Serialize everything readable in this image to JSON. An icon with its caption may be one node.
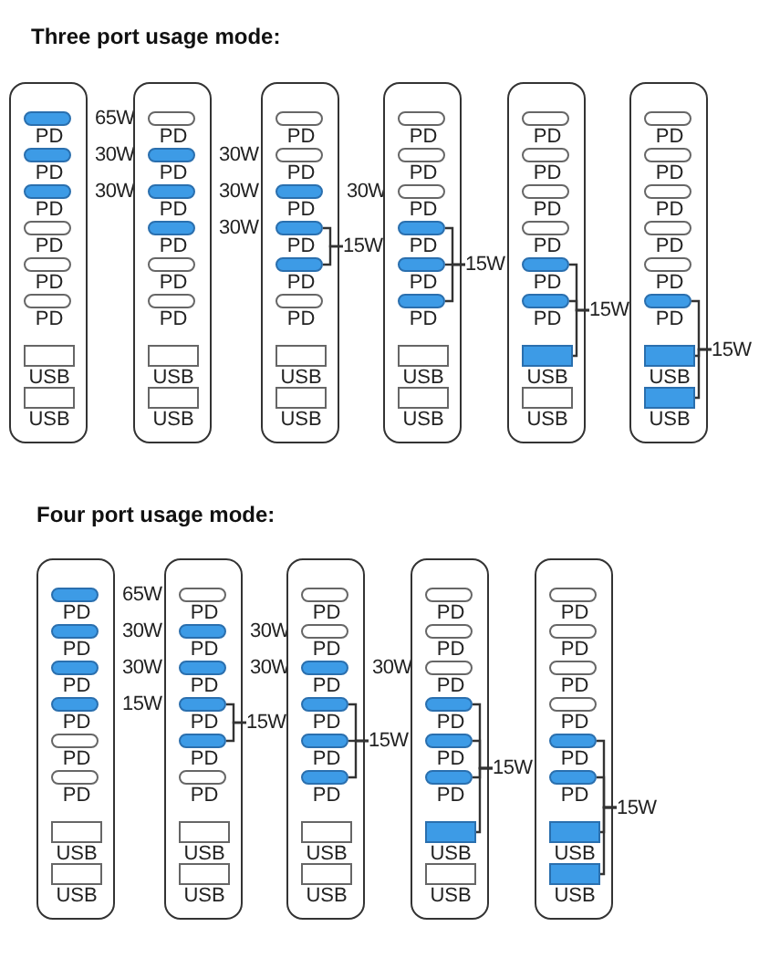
{
  "diagram": {
    "nodes": [
      {
        "text": [],
        "shape": "box"
      },
      {
        "text": [
          "PD"
        ],
        "in": 0,
        "beside": [
          "65W"
        ]
      },
      {
        "text": [
          "PD"
        ],
        "in": 0,
        "beside": [
          "30W"
        ]
      },
      {
        "text": [
          "PD"
        ],
        "in": 0,
        "beside": [
          "30W"
        ]
      },
      {
        "text": [
          "PD"
        ],
        "in": 0
      },
      {
        "text": [
          "PD"
        ],
        "in": 0
      },
      {
        "text": [
          "PD"
        ],
        "in": 0
      },
      {
        "text": [
          "USB"
        ],
        "in": 0
      },
      {
        "text": [
          "USB"
        ],
        "in": 0
      },
      {
        "text": [],
        "shape": "box"
      },
      {
        "text": [
          "PD"
        ],
        "in": 9
      },
      {
        "text": [
          "PD"
        ],
        "in": 9,
        "beside": [
          "30W"
        ]
      },
      {
        "text": [
          "PD"
        ],
        "in": 9,
        "beside": [
          "30W"
        ]
      },
      {
        "text": [
          "PD"
        ],
        "in": 9,
        "beside": [
          "30W"
        ]
      },
      {
        "text": [
          "PD"
        ],
        "in": 9
      },
      {
        "text": [
          "PD"
        ],
        "in": 9
      },
      {
        "text": [
          "USB"
        ],
        "in": 9
      },
      {
        "text": [
          "USB"
        ],
        "in": 9
      },
      {
        "text": [],
        "shape": "box"
      },
      {
        "text": [
          "PD"
        ],
        "in": 18
      },
      {
        "text": [
          "PD"
        ],
        "in": 18
      },
      {
        "text": [
          "PD"
        ],
        "in": 18,
        "beside": [
          "30W"
        ]
      },
      {
        "text": [
          "PD"
        ],
        "in": 18
      },
      {
        "text": [
          "PD"
        ],
        "in": 18
      },
      {
        "text": [
          "PD"
        ],
        "in": 18
      },
      {
        "text": [
          "USB"
        ],
        "in": 18
      },
      {
        "text": [
          "USB"
        ],
        "in": 18
      },
      {
        "text": [
          "15W"
        ]
      },
      {
        "text": [],
        "shape": "box"
      },
      {
        "text": [
          "PD"
        ],
        "in": 28
      },
      {
        "text": [
          "PD"
        ],
        "in": 28
      },
      {
        "text": [
          "PD"
        ],
        "in": 28
      },
      {
        "text": [
          "PD"
        ],
        "in": 28
      },
      {
        "text": [
          "PD"
        ],
        "in": 28
      },
      {
        "text": [
          "PD"
        ],
        "in": 28
      },
      {
        "text": [
          "USB"
        ],
        "in": 28
      },
      {
        "text": [
          "USB"
        ],
        "in": 28
      },
      {
        "text": [
          "15W"
        ]
      },
      {
        "text": [],
        "shape": "box"
      },
      {
        "text": [
          "PD"
        ],
        "in": 38
      },
      {
        "text": [
          "PD"
        ],
        "in": 38
      },
      {
        "text": [
          "PD"
        ],
        "in": 38
      },
      {
        "text": [
          "PD"
        ],
        "in": 38
      },
      {
        "text": [
          "PD"
        ],
        "in": 38
      },
      {
        "text": [
          "PD"
        ],
        "in": 38
      },
      {
        "text": [
          "USB"
        ],
        "in": 38
      },
      {
        "text": [
          "USB"
        ],
        "in": 38
      },
      {
        "text": [
          "15W"
        ]
      },
      {
        "text": [],
        "shape": "box"
      },
      {
        "text": [
          "PD"
        ],
        "in": 48
      },
      {
        "text": [
          "PD"
        ],
        "in": 48
      },
      {
        "text": [
          "PD"
        ],
        "in": 48
      },
      {
        "text": [
          "PD"
        ],
        "in": 48
      },
      {
        "text": [
          "PD"
        ],
        "in": 48
      },
      {
        "text": [
          "PD"
        ],
        "in": 48
      },
      {
        "text": [
          "USB"
        ],
        "in": 48
      },
      {
        "text": [
          "USB"
        ],
        "in": 48
      },
      {
        "text": [
          "15W"
        ]
      },
      {
        "text": [],
        "shape": "box"
      },
      {
        "text": [
          "PD"
        ],
        "in": 58,
        "beside": [
          "65W"
        ]
      },
      {
        "text": [
          "PD"
        ],
        "in": 58,
        "beside": [
          "30W"
        ]
      },
      {
        "text": [
          "PD"
        ],
        "in": 58,
        "beside": [
          "30W"
        ]
      },
      {
        "text": [
          "PD"
        ],
        "in": 58,
        "beside": [
          "15W"
        ]
      },
      {
        "text": [
          "PD"
        ],
        "in": 58
      },
      {
        "text": [
          "PD"
        ],
        "in": 58
      },
      {
        "text": [
          "USB"
        ],
        "in": 58
      },
      {
        "text": [
          "USB"
        ],
        "in": 58
      },
      {
        "text": [],
        "shape": "box"
      },
      {
        "text": [
          "PD"
        ],
        "in": 67
      },
      {
        "text": [
          "PD"
        ],
        "in": 67,
        "beside": [
          "30W"
        ]
      },
      {
        "text": [
          "PD"
        ],
        "in": 67,
        "beside": [
          "30W"
        ]
      },
      {
        "text": [
          "PD"
        ],
        "in": 67
      },
      {
        "text": [
          "PD"
        ],
        "in": 67
      },
      {
        "text": [
          "PD"
        ],
        "in": 67
      },
      {
        "text": [
          "USB"
        ],
        "in": 67
      },
      {
        "text": [
          "USB"
        ],
        "in": 67
      },
      {
        "text": [
          "15W"
        ]
      },
      {
        "text": [],
        "shape": "box"
      },
      {
        "text": [
          "PD"
        ],
        "in": 77
      },
      {
        "text": [
          "PD"
        ],
        "in": 77
      },
      {
        "text": [
          "PD"
        ],
        "in": 77,
        "beside": [
          "30W"
        ]
      },
      {
        "text": [
          "PD"
        ],
        "in": 77
      },
      {
        "text": [
          "PD"
        ],
        "in": 77
      },
      {
        "text": [
          "PD"
        ],
        "in": 77
      },
      {
        "text": [
          "USB"
        ],
        "in": 77
      },
      {
        "text": [
          "USB"
        ],
        "in": 77
      },
      {
        "text": [
          "15W"
        ]
      },
      {
        "text": [],
        "shape": "box"
      },
      {
        "text": [
          "PD"
        ],
        "in": 87
      },
      {
        "text": [
          "PD"
        ],
        "in": 87
      },
      {
        "text": [
          "PD"
        ],
        "in": 87
      },
      {
        "text": [
          "PD"
        ],
        "in": 87
      },
      {
        "text": [
          "PD"
        ],
        "in": 87
      },
      {
        "text": [
          "PD"
        ],
        "in": 87
      },
      {
        "text": [
          "USB"
        ],
        "in": 87
      },
      {
        "text": [
          "USB"
        ],
        "in": 87
      },
      {
        "text": [
          "15W"
        ]
      },
      {
        "text": [],
        "shape": "box"
      },
      {
        "text": [
          "PD"
        ],
        "in": 97
      },
      {
        "text": [
          "PD"
        ],
        "in": 97
      },
      {
        "text": [
          "PD"
        ],
        "in": 97
      },
      {
        "text": [
          "PD"
        ],
        "in": 97
      },
      {
        "text": [
          "PD"
        ],
        "in": 97
      },
      {
        "text": [
          "PD"
        ],
        "in": 97
      },
      {
        "text": [
          "USB"
        ],
        "in": 97
      },
      {
        "text": [
          "USB"
        ],
        "in": 97
      },
      {
        "text": [
          "15W"
        ]
      }
    ],
    "edges": [
      {
        "from": 22,
        "to": 27,
        "arrow": "none"
      },
      {
        "from": 23,
        "to": 27,
        "arrow": "none"
      },
      {
        "from": 32,
        "to": 37,
        "arrow": "none"
      },
      {
        "from": 33,
        "to": 37,
        "arrow": "none"
      },
      {
        "from": 34,
        "to": 37,
        "arrow": "none"
      },
      {
        "from": 43,
        "to": 47,
        "arrow": "none"
      },
      {
        "from": 44,
        "to": 47,
        "arrow": "none"
      },
      {
        "from": 45,
        "to": 47,
        "arrow": "none"
      },
      {
        "from": 54,
        "to": 57,
        "arrow": "none"
      },
      {
        "from": 55,
        "to": 57,
        "arrow": "none"
      },
      {
        "from": 56,
        "to": 57,
        "arrow": "none"
      },
      {
        "from": 71,
        "to": 76,
        "arrow": "none"
      },
      {
        "from": 72,
        "to": 76,
        "arrow": "none"
      },
      {
        "from": 81,
        "to": 86,
        "arrow": "none"
      },
      {
        "from": 82,
        "to": 86,
        "arrow": "none"
      },
      {
        "from": 83,
        "to": 86,
        "arrow": "none"
      },
      {
        "from": 91,
        "to": 96,
        "arrow": "none"
      },
      {
        "from": 92,
        "to": 96,
        "arrow": "none"
      },
      {
        "from": 93,
        "to": 96,
        "arrow": "none"
      },
      {
        "from": 94,
        "to": 96,
        "arrow": "none"
      },
      {
        "from": 102,
        "to": 106,
        "arrow": "none"
      },
      {
        "from": 103,
        "to": 106,
        "arrow": "none"
      },
      {
        "from": 104,
        "to": 106,
        "arrow": "none"
      },
      {
        "from": 105,
        "to": 106,
        "arrow": "none"
      }
    ],
    "labels": [
      "Three port usage mode:",
      "Four port usage mode:"
    ]
  }
}
